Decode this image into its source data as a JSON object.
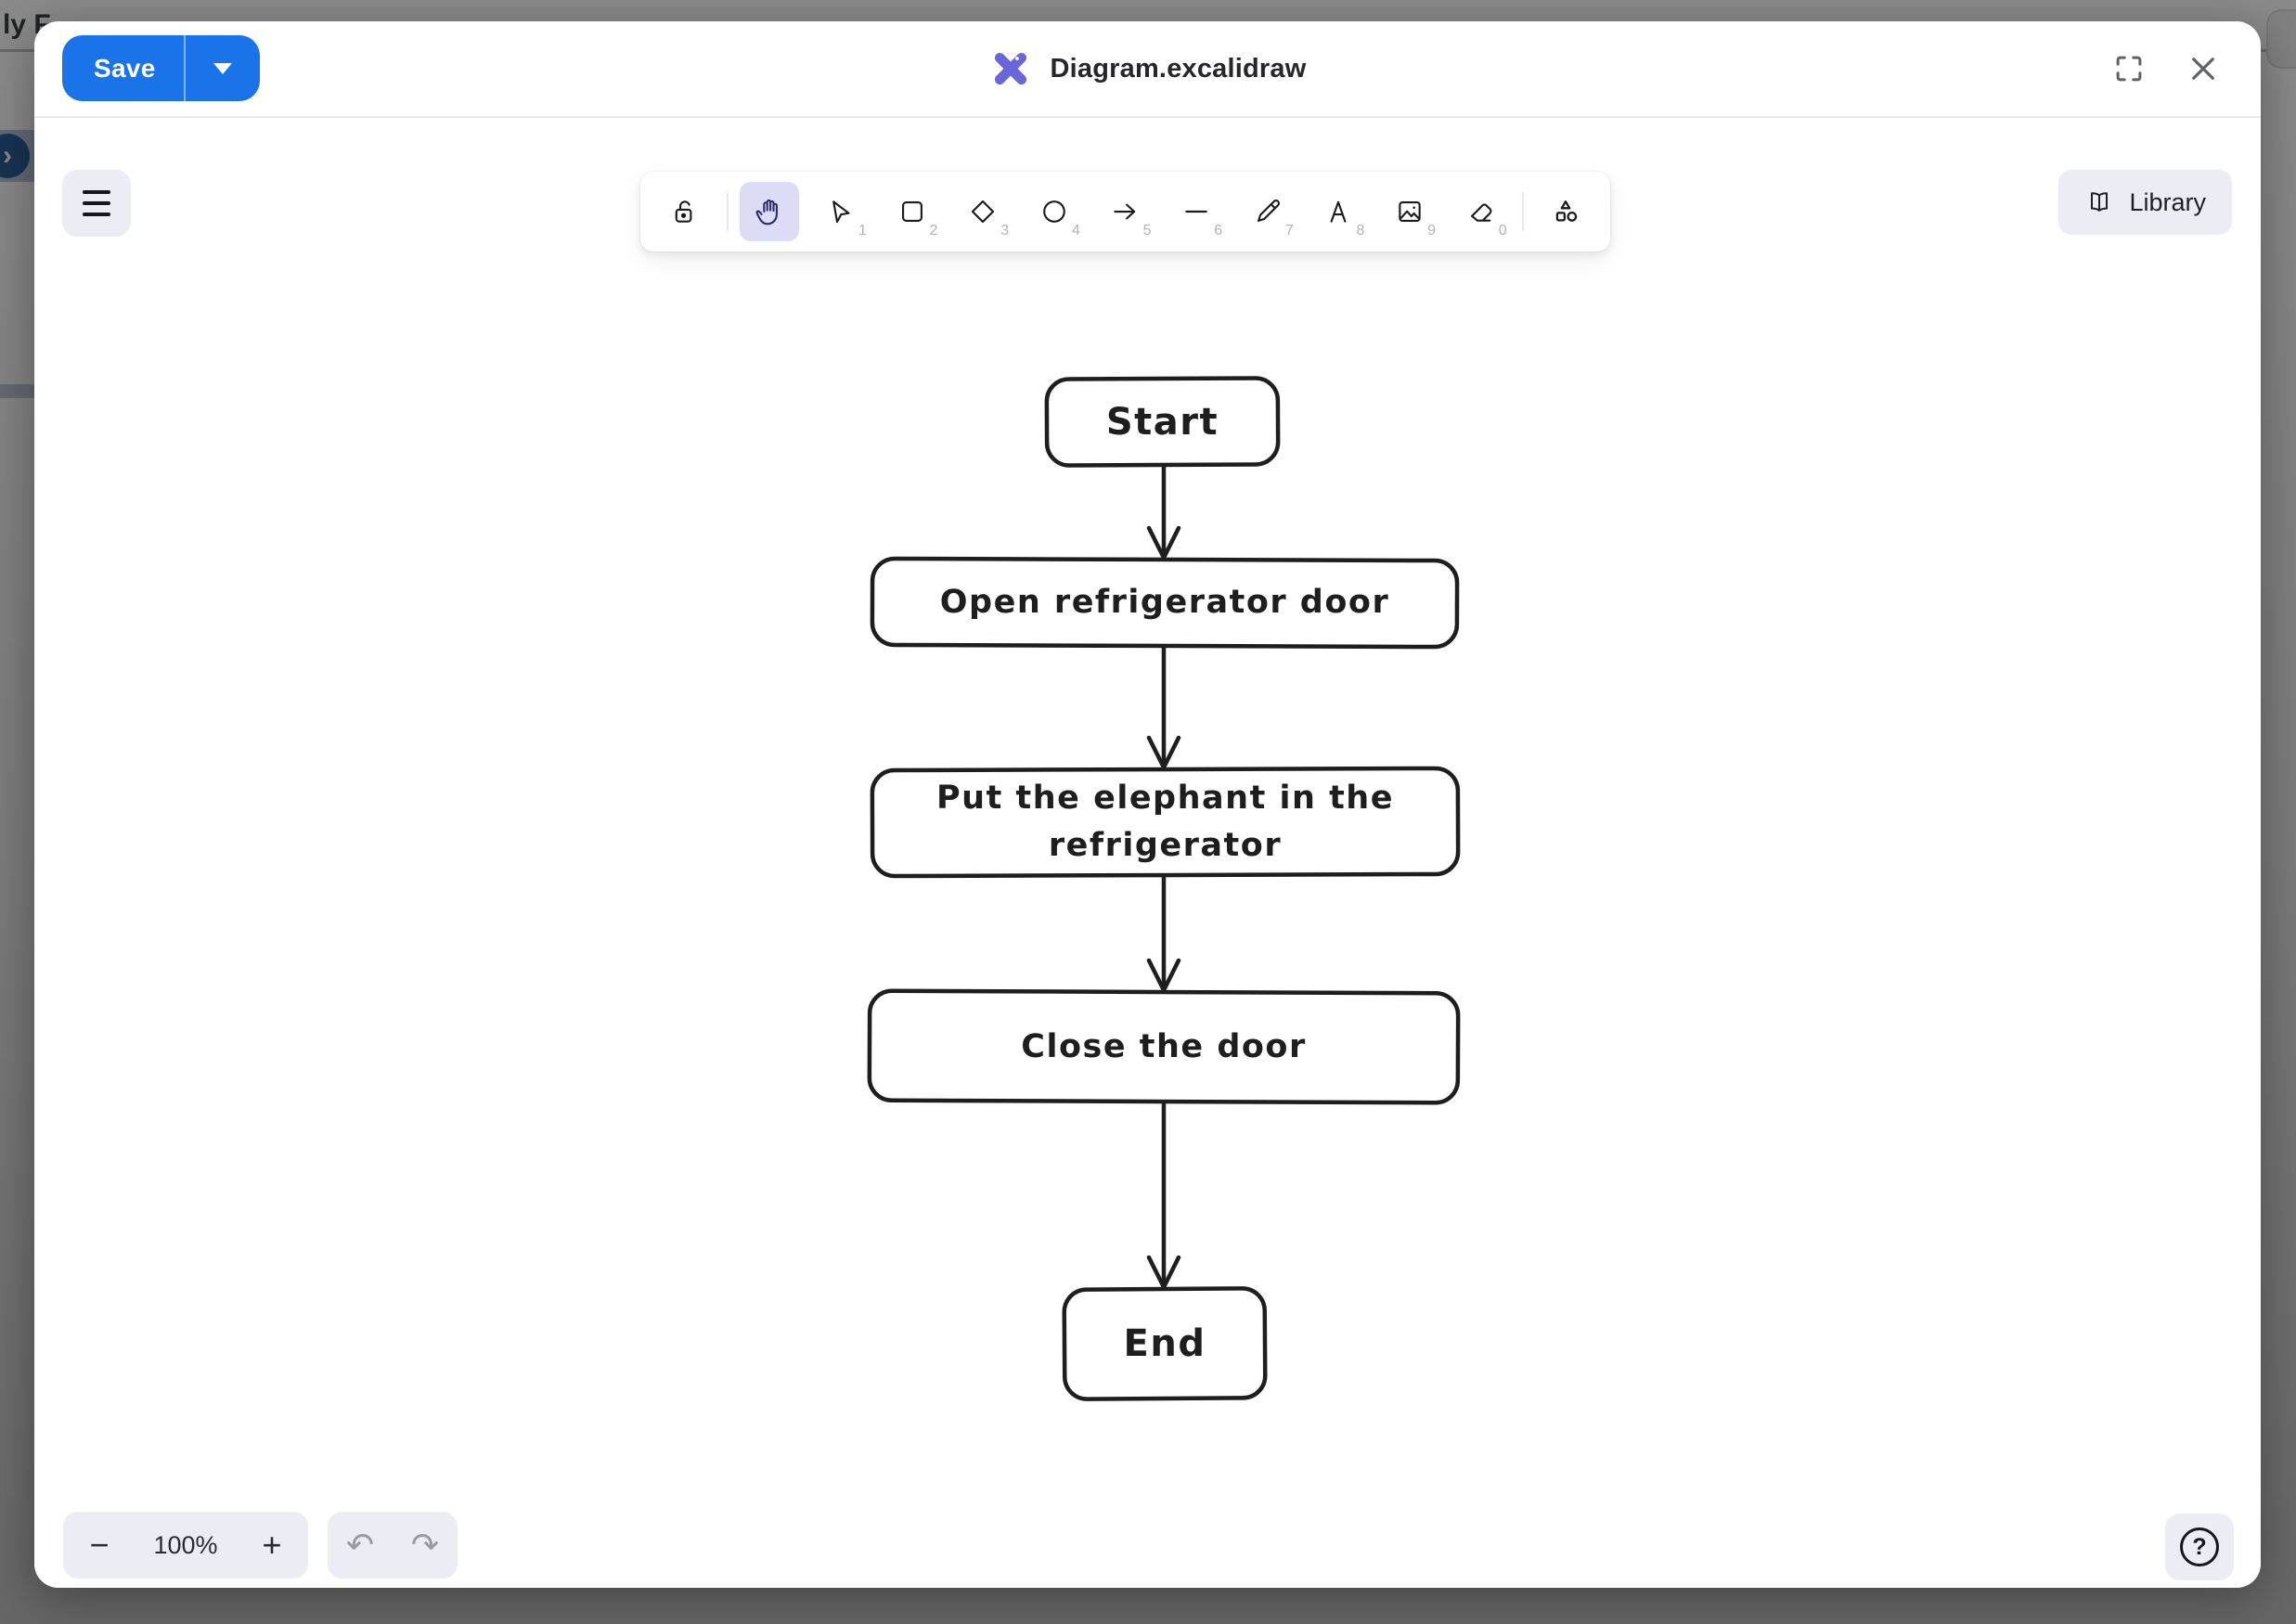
{
  "backdrop": {
    "partial_text": "ly F",
    "chevron": "›"
  },
  "header": {
    "save_label": "Save",
    "title": "Diagram.excalidraw"
  },
  "toolbar": {
    "tools": [
      {
        "name": "lock",
        "shortcut": "",
        "selected": false
      },
      {
        "name": "hand",
        "shortcut": "",
        "selected": true
      },
      {
        "name": "selection",
        "shortcut": "1",
        "selected": false
      },
      {
        "name": "rectangle",
        "shortcut": "2",
        "selected": false
      },
      {
        "name": "diamond",
        "shortcut": "3",
        "selected": false
      },
      {
        "name": "ellipse",
        "shortcut": "4",
        "selected": false
      },
      {
        "name": "arrow",
        "shortcut": "5",
        "selected": false
      },
      {
        "name": "line",
        "shortcut": "6",
        "selected": false
      },
      {
        "name": "draw",
        "shortcut": "7",
        "selected": false
      },
      {
        "name": "text",
        "shortcut": "8",
        "selected": false
      },
      {
        "name": "image",
        "shortcut": "9",
        "selected": false
      },
      {
        "name": "eraser",
        "shortcut": "0",
        "selected": false
      },
      {
        "name": "shapes",
        "shortcut": "",
        "selected": false
      }
    ],
    "library_label": "Library"
  },
  "canvas": {
    "diagram": {
      "type": "flowchart",
      "nodes": [
        {
          "id": "start",
          "label": "Start"
        },
        {
          "id": "open",
          "label": "Open refrigerator door"
        },
        {
          "id": "put",
          "label": "Put the elephant in the refrigerator"
        },
        {
          "id": "close",
          "label": "Close the door"
        },
        {
          "id": "end",
          "label": "End"
        }
      ],
      "edges": [
        {
          "from": "start",
          "to": "open"
        },
        {
          "from": "open",
          "to": "put"
        },
        {
          "from": "put",
          "to": "close"
        },
        {
          "from": "close",
          "to": "end"
        }
      ]
    }
  },
  "footer": {
    "zoom_out_label": "−",
    "zoom_level": "100%",
    "zoom_in_label": "+",
    "undo_icon": "↶",
    "redo_icon": "↷",
    "help_label": "?"
  },
  "colors": {
    "save_button": "#1a73e8",
    "excalidraw_purple": "#6965db",
    "selected_tool_bg": "#dcdcf7",
    "island_button_bg": "#ececf4",
    "ink": "#1e1e1e"
  }
}
